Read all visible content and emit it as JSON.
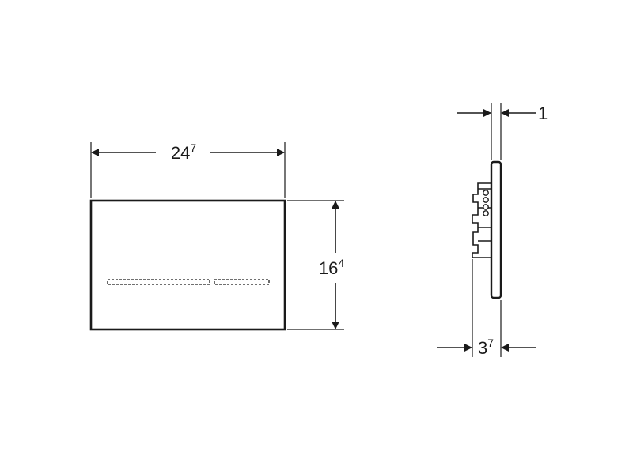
{
  "dimensions": {
    "width": {
      "main": "24",
      "sup": "7"
    },
    "height": {
      "main": "16",
      "sup": "4"
    },
    "thickness": {
      "main": "1",
      "sup": ""
    },
    "depth": {
      "main": "3",
      "sup": "7"
    }
  },
  "colors": {
    "line": "#1a1a1a",
    "background": "#ffffff"
  },
  "icons": {
    "arrowhead": "filled-triangle-arrow"
  }
}
